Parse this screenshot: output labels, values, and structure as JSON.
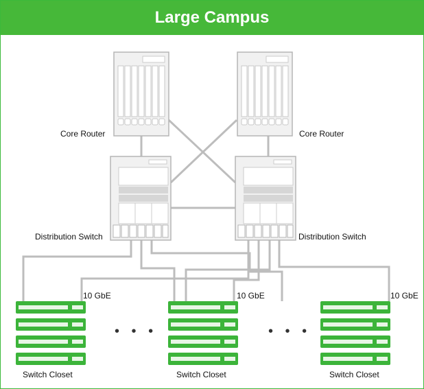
{
  "header": {
    "title": "Large Campus"
  },
  "devices": {
    "core_left_label": "Core Router",
    "core_right_label": "Core Router",
    "dist_left_label": "Distribution Switch",
    "dist_right_label": "Distribution Switch"
  },
  "links": {
    "uplink_left": "10 GbE",
    "uplink_middle": "10 GbE",
    "uplink_right": "10 GbE"
  },
  "closets": {
    "left_label": "Switch Closet",
    "middle_label": "Switch Closet",
    "right_label": "Switch Closet",
    "gap_left": "• • •",
    "gap_right": "• • •"
  },
  "colors": {
    "header_bg": "#46b839",
    "switch_green": "#3cb43a",
    "chassis_gray": "#f1f1f1",
    "link_gray": "#bdbdbd"
  }
}
